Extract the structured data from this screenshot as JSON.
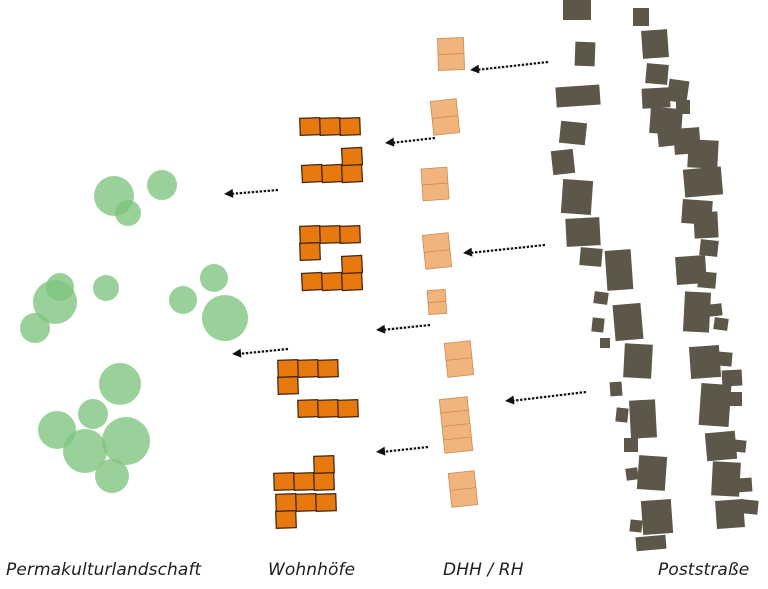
{
  "labels": {
    "permakultur": "Permakulturlandschaft",
    "wohnhoefe": "Wohnhöfe",
    "dhh_rh": "DHH / RH",
    "poststrasse": "Poststraße"
  },
  "colors": {
    "tree_fill": "#7ec47e",
    "courtyard_fill": "#e8790f",
    "courtyard_stroke": "#4a2a10",
    "house_fill": "#f1b47c",
    "house_stroke": "#c98a52",
    "street_building_fill": "#5d5749",
    "arrow": "#111111",
    "text": "#1e1e1e"
  },
  "icons": {
    "arrow": "dotted-left-arrow-icon"
  }
}
